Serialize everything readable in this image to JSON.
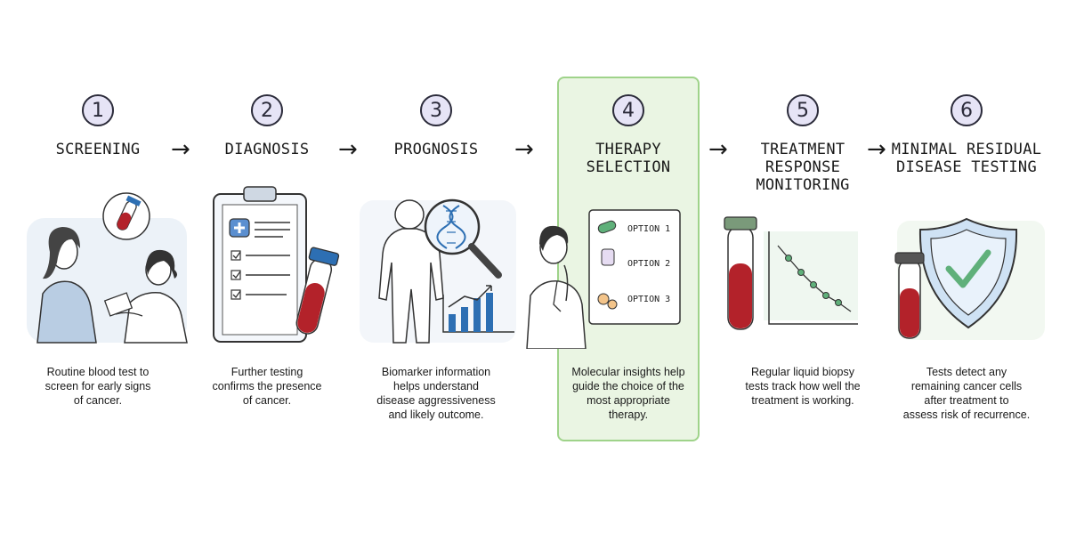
{
  "steps": [
    {
      "number": "1",
      "title_lines": [
        "SCREENING"
      ],
      "description_lines": [
        "Routine blood test to",
        "screen for early signs",
        "of cancer."
      ]
    },
    {
      "number": "2",
      "title_lines": [
        "DIAGNOSIS"
      ],
      "description_lines": [
        "Further testing",
        "confirms the presence",
        "of cancer."
      ]
    },
    {
      "number": "3",
      "title_lines": [
        "PROGNOSIS"
      ],
      "description_lines": [
        "Biomarker information",
        "helps understand",
        "disease aggressiveness",
        "and likely outcome."
      ]
    },
    {
      "number": "4",
      "title_lines": [
        "THERAPY",
        "SELECTION"
      ],
      "description_lines": [
        "Molecular insights help",
        "guide the choice of the",
        "most appropriate",
        "therapy."
      ],
      "highlighted": true
    },
    {
      "number": "5",
      "title_lines": [
        "TREATMENT",
        "RESPONSE",
        "MONITORING"
      ],
      "description_lines": [
        "Regular liquid biopsy",
        "tests track how well the",
        "treatment is working."
      ]
    },
    {
      "number": "6",
      "title_lines": [
        "MINIMAL RESIDUAL",
        "DISEASE TESTING"
      ],
      "description_lines": [
        "Tests detect any",
        "remaining cancer cells",
        "after treatment to",
        "assess risk of recurrence."
      ]
    }
  ],
  "therapy_options": [
    "OPTION 1",
    "OPTION 2",
    "OPTION 3"
  ],
  "arrow_glyph": "→",
  "colors": {
    "highlight_fill": "#eaf5e3",
    "highlight_border": "#9fd38a",
    "number_fill": "#e6e4f6",
    "blood": "#b3222a",
    "accent_blue": "#2d6fb3",
    "accent_green": "#5fb07a"
  }
}
